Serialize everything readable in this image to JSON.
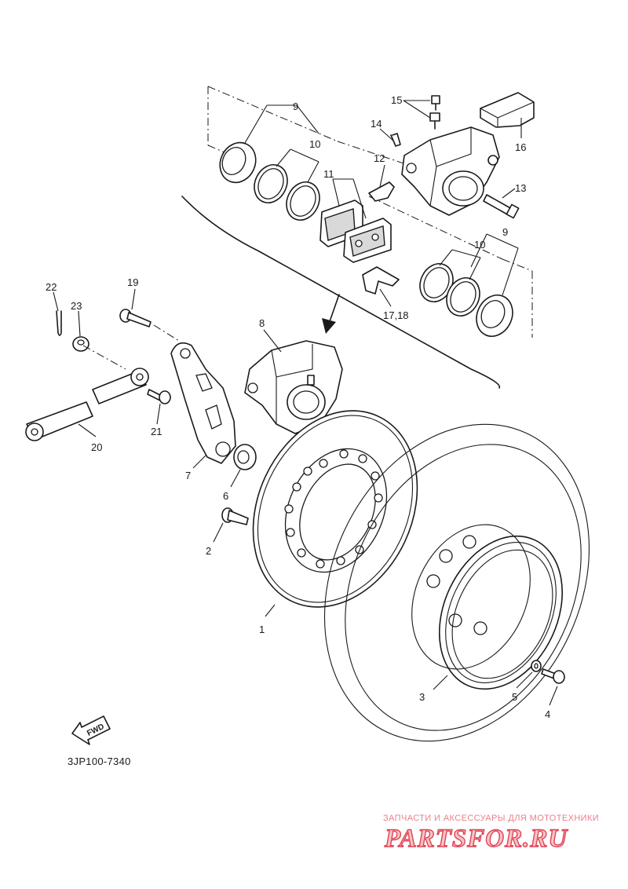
{
  "diagram_code": "3JP100-7340",
  "fwd_label": "FWD",
  "watermark": {
    "tagline": "ЗАПЧАСТИ И АКСЕССУАРЫ ДЛЯ МОТОТЕХНИКИ",
    "logo": "PARTSFOR.RU"
  },
  "callouts": {
    "c1": "1",
    "c2": "2",
    "c3": "3",
    "c4": "4",
    "c5": "5",
    "c6": "6",
    "c7": "7",
    "c8": "8",
    "c9a": "9",
    "c9b": "9",
    "c10a": "10",
    "c10b": "10",
    "c11": "11",
    "c12": "12",
    "c13": "13",
    "c14": "14",
    "c15": "15",
    "c16": "16",
    "c1718": "17,18",
    "c19": "19",
    "c20": "20",
    "c21": "21",
    "c22": "22",
    "c23": "23"
  },
  "colors": {
    "ink": "#1a1a1a",
    "watermark": "#e14454"
  }
}
